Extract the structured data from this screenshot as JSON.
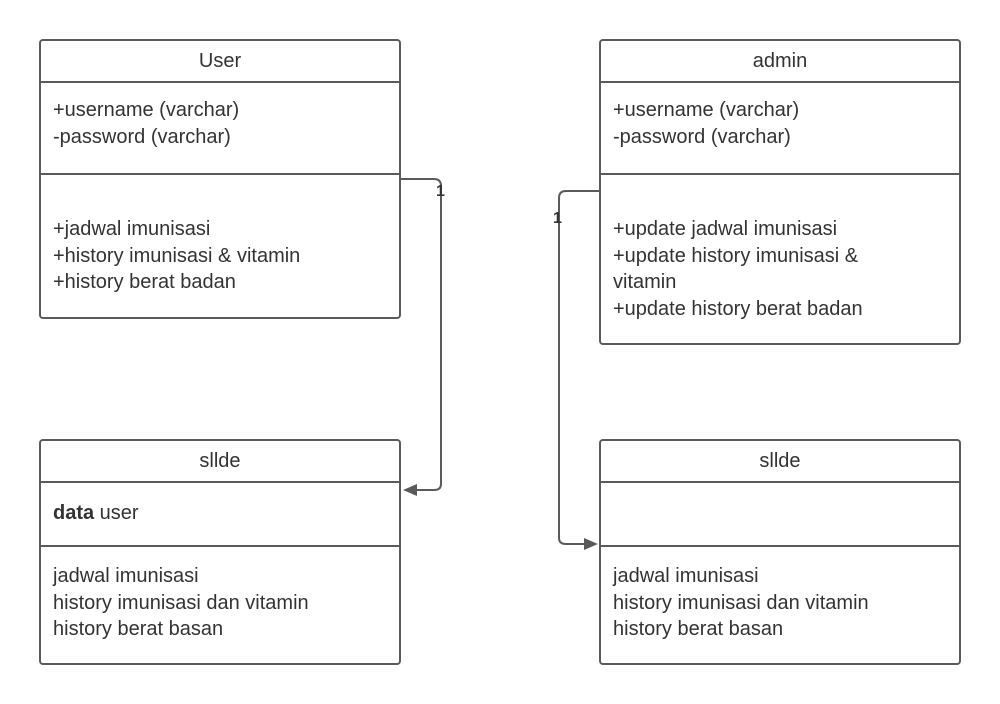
{
  "classes": {
    "user": {
      "title": "User",
      "attributes": [
        "+username (varchar)",
        "-password (varchar)"
      ],
      "methods": [
        "+jadwal imunisasi",
        "+history imunisasi & vitamin",
        "+history berat badan"
      ]
    },
    "admin": {
      "title": "admin",
      "attributes": [
        "+username (varchar)",
        "-password (varchar)"
      ],
      "methods": [
        "+update jadwal imunisasi",
        "+update history imunisasi & vitamin",
        "+update history berat badan"
      ]
    },
    "slide_left": {
      "title": "sllde",
      "attribute_bold": "data",
      "attribute_rest": " user",
      "methods": [
        "jadwal imunisasi",
        "history imunisasi dan vitamin",
        "history berat basan"
      ]
    },
    "slide_right": {
      "title": "sllde",
      "methods": [
        "jadwal imunisasi",
        "history imunisasi dan vitamin",
        "history berat basan"
      ]
    }
  },
  "connectors": {
    "user_to_slide": {
      "multiplicity": "1"
    },
    "admin_to_slide": {
      "multiplicity": "1"
    }
  },
  "colors": {
    "stroke": "#5a5a5a",
    "text": "#333333"
  }
}
